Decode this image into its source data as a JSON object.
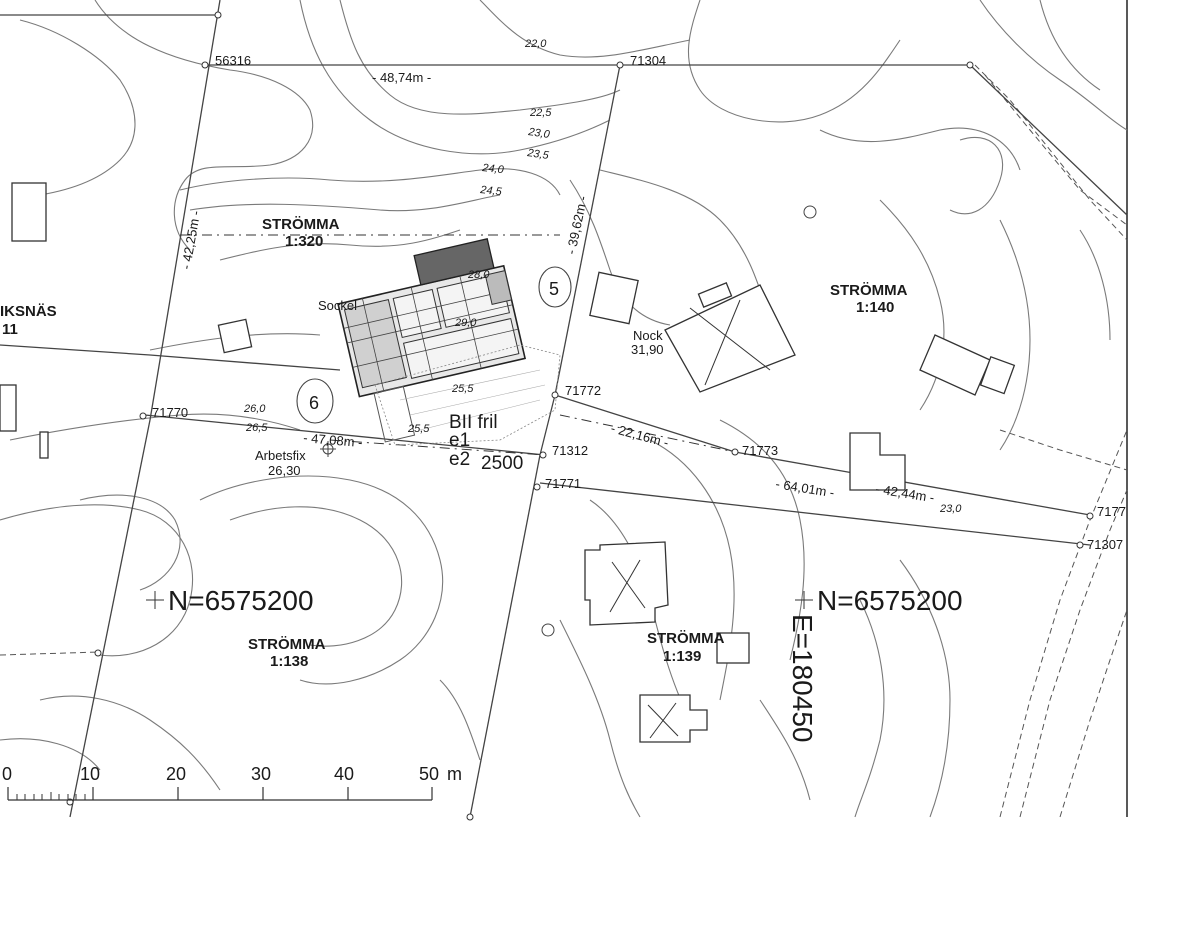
{
  "map": {
    "estate_labels": [
      {
        "id": "strm-320-name",
        "text": "STRÖMMA"
      },
      {
        "id": "strm-320-num",
        "text": "1:320"
      },
      {
        "id": "strm-140-name",
        "text": "STRÖMMA"
      },
      {
        "id": "strm-140-num",
        "text": "1:140"
      },
      {
        "id": "strm-138-name",
        "text": "STRÖMMA"
      },
      {
        "id": "strm-138-num",
        "text": "1:138"
      },
      {
        "id": "strm-139-name",
        "text": "STRÖMMA"
      },
      {
        "id": "strm-139-num",
        "text": "1:139"
      },
      {
        "id": "iksnas-name",
        "text": "IKSNÄS"
      },
      {
        "id": "iksnas-num",
        "text": "11"
      }
    ],
    "points": [
      {
        "id": "p56316",
        "text": "56316"
      },
      {
        "id": "p71304",
        "text": "71304"
      },
      {
        "id": "p71772",
        "text": "71772"
      },
      {
        "id": "p71770",
        "text": "71770"
      },
      {
        "id": "p71312",
        "text": "71312"
      },
      {
        "id": "p71773",
        "text": "71773"
      },
      {
        "id": "p71771",
        "text": "71771"
      },
      {
        "id": "p7177",
        "text": "7177"
      },
      {
        "id": "p71307",
        "text": "71307"
      }
    ],
    "dimensions": [
      {
        "id": "d4874",
        "text": "- 48,74m -"
      },
      {
        "id": "d4225",
        "text": "- 42,25m -"
      },
      {
        "id": "d3962",
        "text": "- 39,62m -"
      },
      {
        "id": "d4708",
        "text": "- 47,08m -"
      },
      {
        "id": "d2216",
        "text": "- 22,16m -"
      },
      {
        "id": "d6401",
        "text": "- 64,01m -"
      },
      {
        "id": "d4244",
        "text": "- 42,44m -"
      }
    ],
    "elevations": [
      {
        "id": "e220a",
        "text": "22,0"
      },
      {
        "id": "e225",
        "text": "22,5"
      },
      {
        "id": "e230",
        "text": "23,0"
      },
      {
        "id": "e235",
        "text": "23,5"
      },
      {
        "id": "e240",
        "text": "24,0"
      },
      {
        "id": "e245",
        "text": "24,5"
      },
      {
        "id": "e260",
        "text": "26,0"
      },
      {
        "id": "e265",
        "text": "26,5"
      },
      {
        "id": "e255a",
        "text": "25,5"
      },
      {
        "id": "e255b",
        "text": "25,5"
      },
      {
        "id": "e230b",
        "text": "23,0"
      },
      {
        "id": "e280",
        "text": "28,0"
      },
      {
        "id": "e290",
        "text": "29,0"
      }
    ],
    "annotations": {
      "nock_label": "Nock",
      "nock_value": "31,90",
      "arbetsfix_label": "Arbetsfix",
      "arbetsfix_value": "26,30",
      "sockel_label": "Sockel",
      "zone_bii": "BII fril",
      "zone_e1": "e1",
      "zone_e2": "e2",
      "zone_area": "2500",
      "circle_6": "6",
      "circle_5": "5"
    },
    "coordinates": {
      "north_left": "N=6575200",
      "north_right": "N=6575200",
      "east": "E=180450"
    },
    "scale_bar": {
      "ticks": [
        "0",
        "10",
        "20",
        "30",
        "40",
        "50"
      ],
      "unit": "m"
    }
  }
}
